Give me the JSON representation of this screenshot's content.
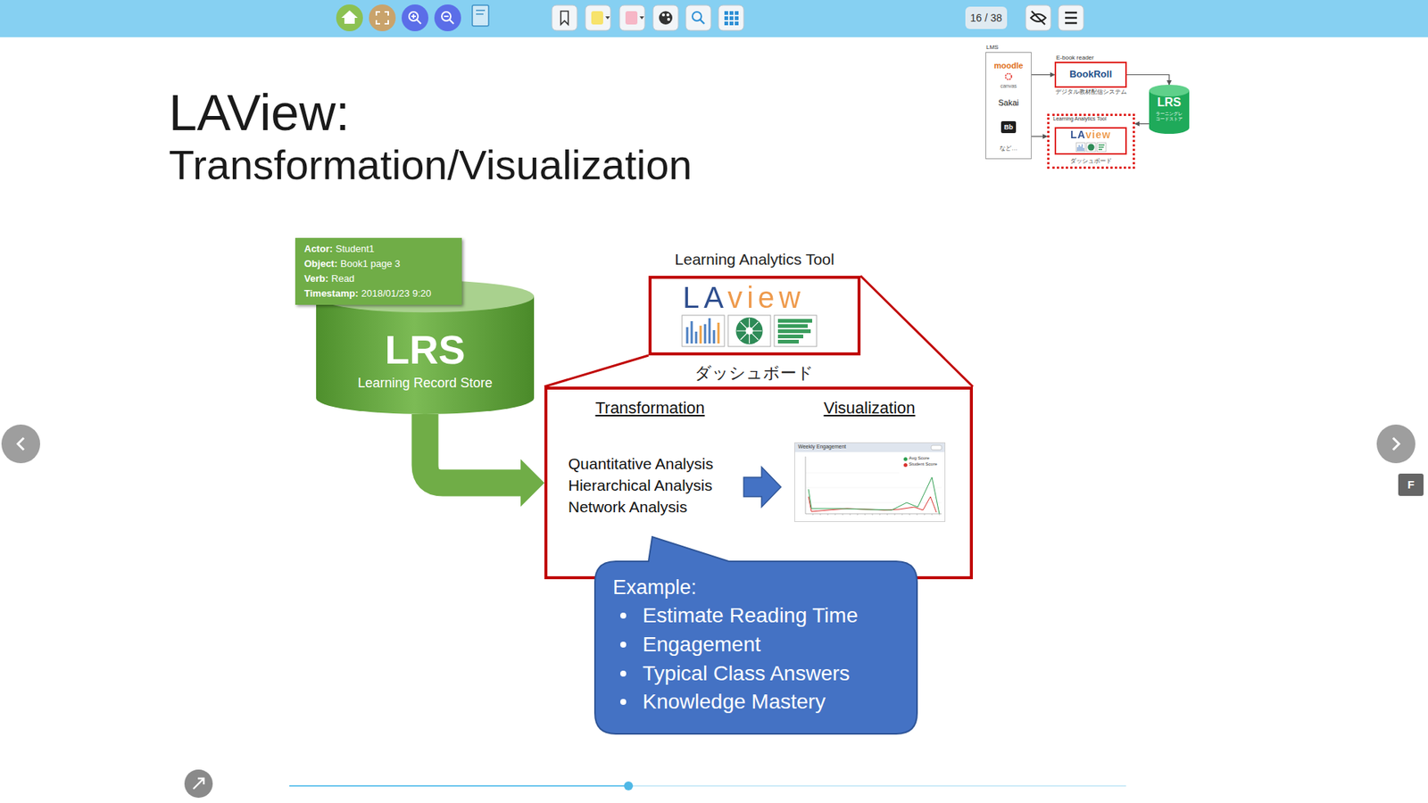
{
  "diagram": {
    "title": "LAView: Transformation/Visualization",
    "nodes": [
      {
        "text": [
          "LMS",
          "moodle",
          "canvas",
          "Sakai",
          "Bb",
          "など…"
        ]
      },
      {
        "text": [
          "E-book reader",
          "BookRoll",
          "デジタル教材配信システム"
        ]
      },
      {
        "text": [
          "LRS",
          "ラーニングレコードストア"
        ]
      },
      {
        "text": [
          "Learning Analytics Tool",
          "ダッシュボード"
        ]
      },
      {
        "text": [
          "LAview"
        ],
        "in": 3
      },
      {
        "text": [
          "Actor:",
          "Student1",
          "Object:",
          "Book1 page 3",
          "Verb:",
          "Read",
          "Timestamp:",
          "2018/01/23 9:20"
        ]
      },
      {
        "text": [
          "LRS",
          "Learning Record Store"
        ]
      },
      {
        "text": [
          "Learning Analytics Tool",
          "LAview"
        ]
      },
      {
        "text": [
          "Transformation",
          "Quantitative Analysis",
          "Hierarchical Analysis",
          "Network Analysis",
          "Visualization"
        ]
      },
      {
        "text": [
          "Weekly Engagement"
        ],
        "in": 8
      },
      {
        "text": [
          "Example:",
          "Estimate Reading Time",
          "Engagement",
          "Typical Class Answers",
          "Knowledge Mastery"
        ]
      }
    ],
    "edges": [
      {
        "from": 0,
        "to": 1,
        "arrow": "to"
      },
      {
        "from": 0,
        "to": 3,
        "arrow": "to"
      },
      {
        "from": 1,
        "to": 2,
        "arrow": "to"
      },
      {
        "from": 2,
        "to": 3,
        "arrow": "to"
      },
      {
        "from": 6,
        "to": 8,
        "arrow": "to"
      },
      {
        "from": 7,
        "to": 8,
        "arrow": "none"
      }
    ],
    "labels": [
      "16 / 38",
      "ダッシュボード",
      "F"
    ],
    "legend": [
      {
        "text": "Avg Score",
        "color": "#2e9e4f"
      },
      {
        "text": "Student Score",
        "color": "#d9302c"
      }
    ]
  }
}
